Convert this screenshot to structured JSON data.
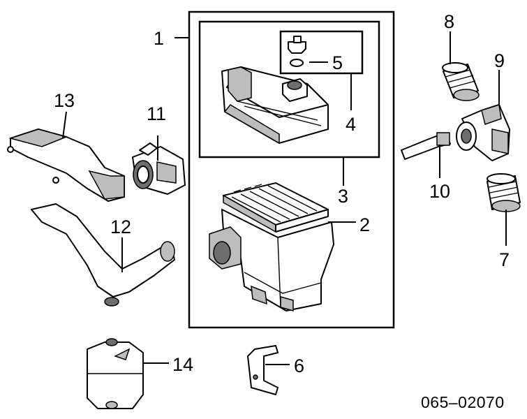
{
  "diagram": {
    "callouts": {
      "c1": "1",
      "c2": "2",
      "c3": "3",
      "c4": "4",
      "c5": "5",
      "c6": "6",
      "c7": "7",
      "c8": "8",
      "c9": "9",
      "c10": "10",
      "c11": "11",
      "c12": "12",
      "c13": "13",
      "c14": "14"
    },
    "drawing_code": "065–02070"
  }
}
